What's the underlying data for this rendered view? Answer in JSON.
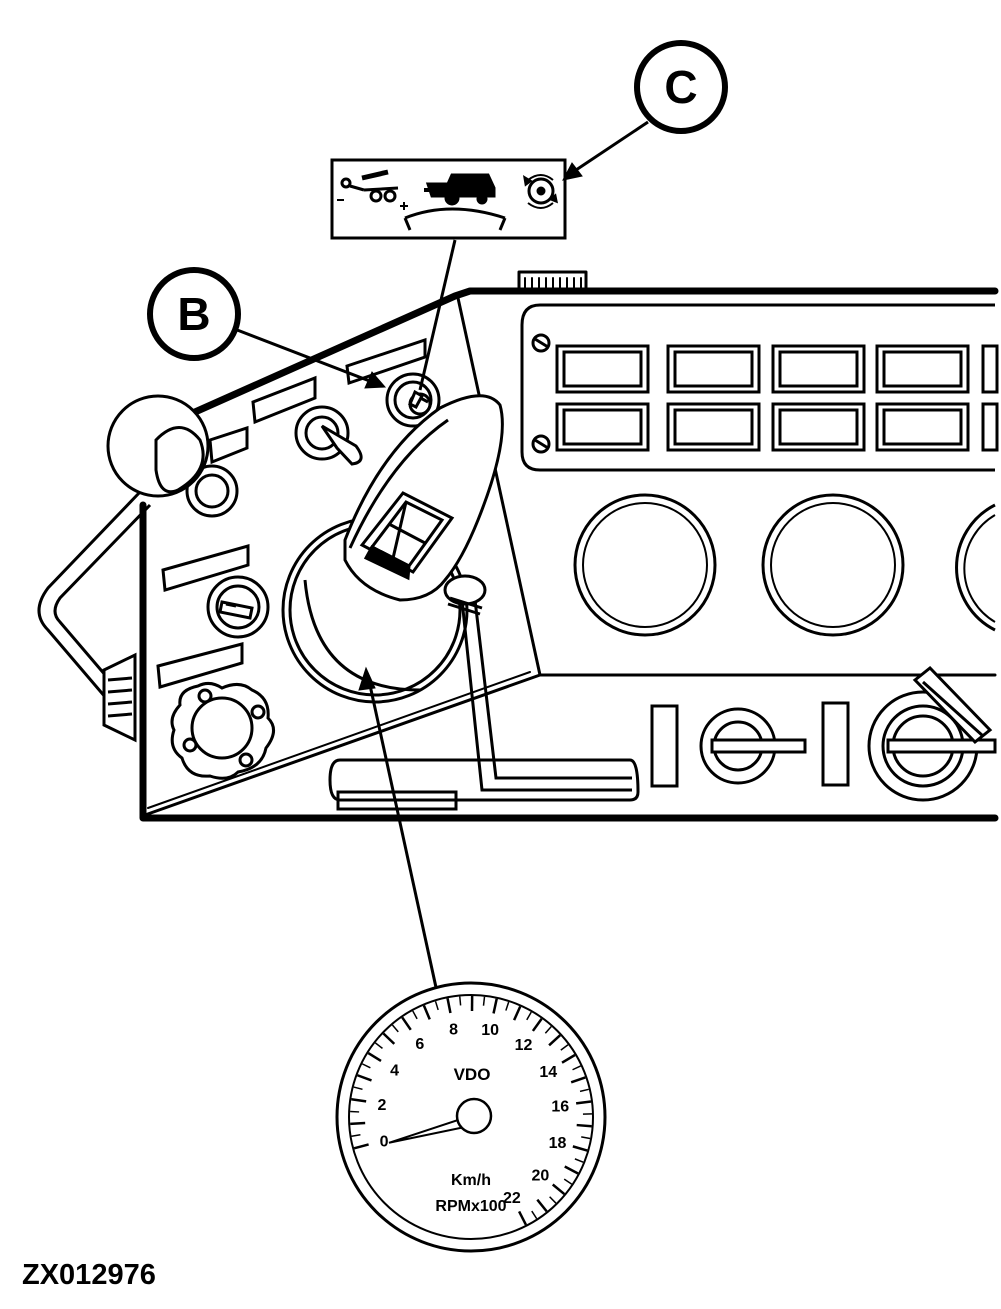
{
  "callouts": {
    "b": "B",
    "c": "C"
  },
  "decal_icons": [
    "minus-sign",
    "header-lift-icon",
    "plus-sign",
    "combine-icon",
    "rotation-speed-icon"
  ],
  "gauge": {
    "brand": "VDO",
    "unit_speed": "Km/h",
    "unit_rpm": "RPMx100",
    "scale_labels": [
      "0",
      "2",
      "4",
      "6",
      "8",
      "10",
      "12",
      "14",
      "16",
      "18",
      "20",
      "22"
    ],
    "needle_value": 0
  },
  "figure_id": "ZX012976",
  "colors": {
    "ink": "#000000",
    "paper": "#ffffff"
  }
}
